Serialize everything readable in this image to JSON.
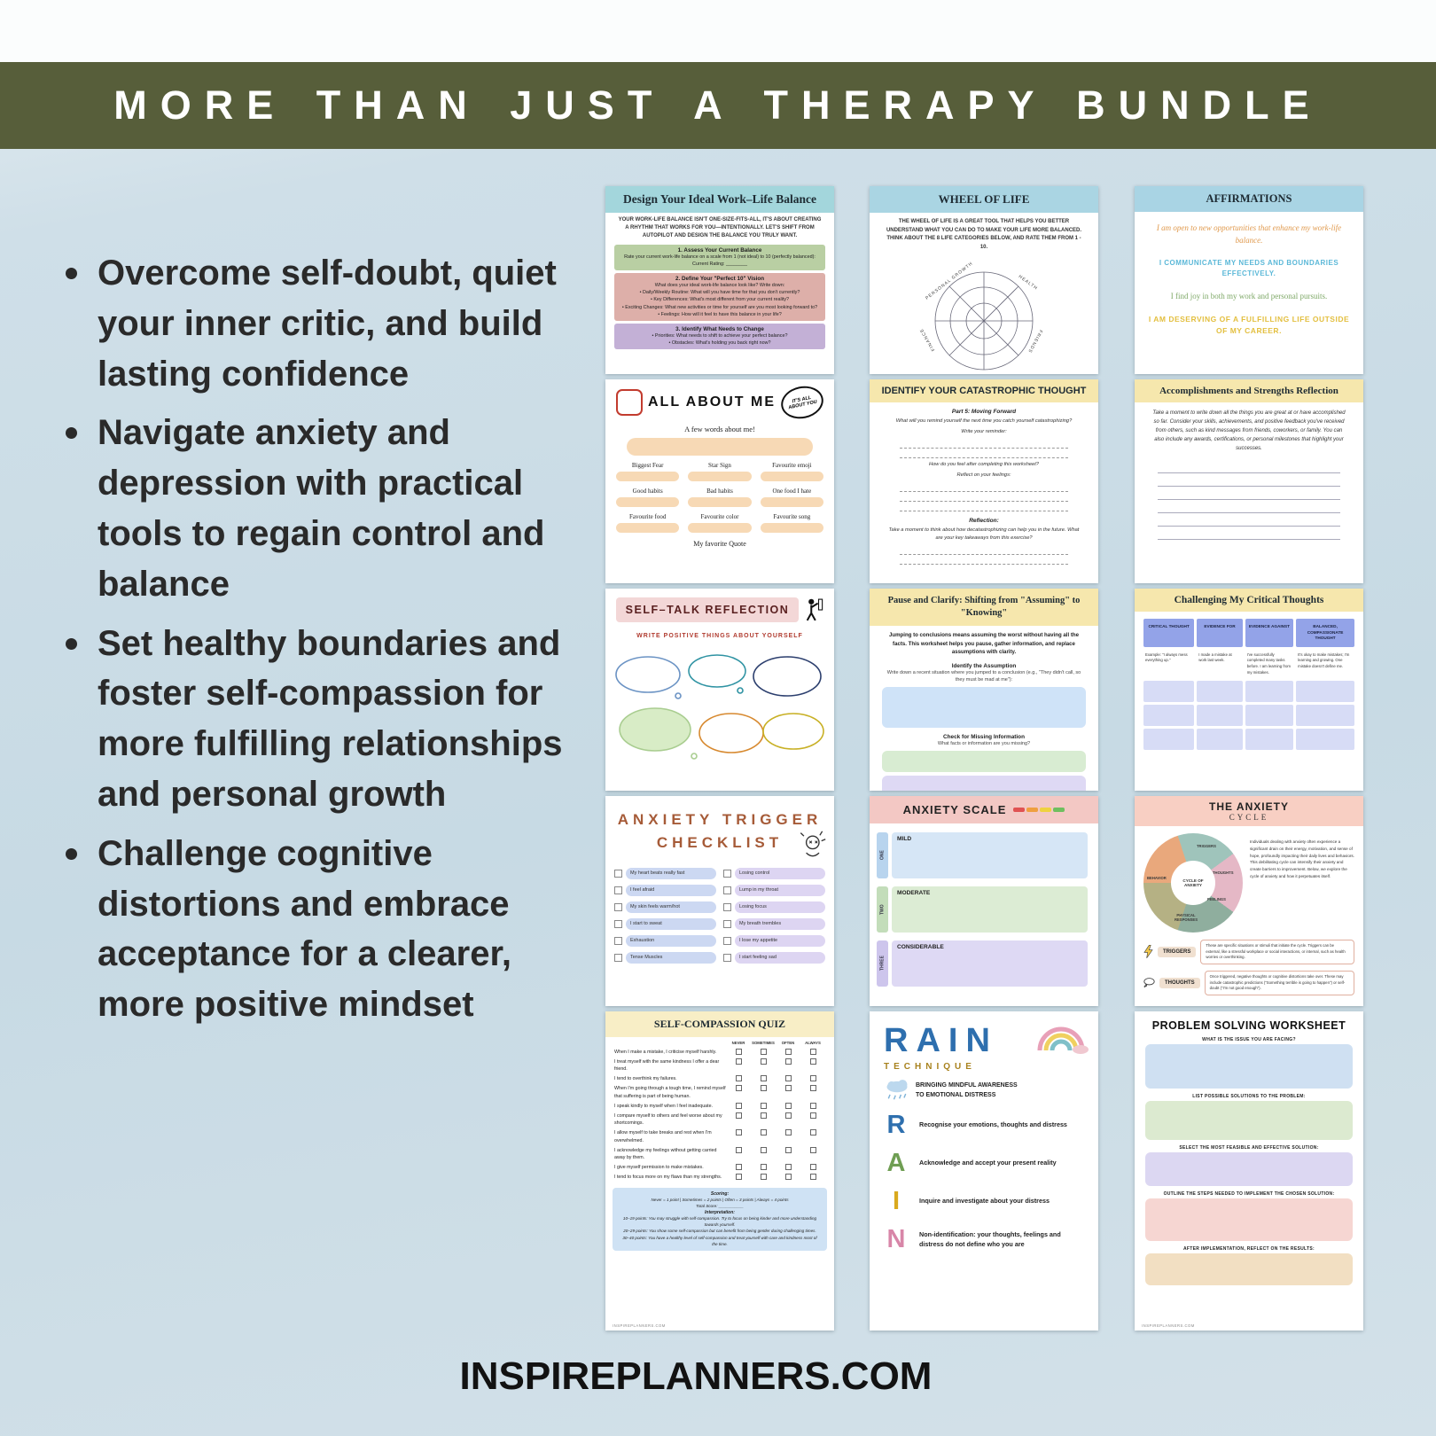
{
  "banner": {
    "title": "MORE THAN JUST A THERAPY BUNDLE"
  },
  "bullets": [
    "Overcome self-doubt, quiet your inner critic, and build lasting confidence",
    "Navigate anxiety and depression with practical tools to regain control and balance",
    "Set healthy boundaries and foster self-compassion for more fulfilling relationships and personal growth",
    "Challenge cognitive distortions and embrace acceptance for a clearer, more positive mindset"
  ],
  "footer": {
    "website": "INSPIREPLANNERS.COM"
  },
  "colors": {
    "banner_olive": "#575e3a",
    "background_blue": "#c7dae4",
    "rain_blue": "#2e6fae",
    "anxiety_scale_segments": [
      "#e05252",
      "#ef9f3f",
      "#efd23f",
      "#6fbf5f"
    ]
  },
  "worklife": {
    "title": "Design Your Ideal Work–Life Balance",
    "intro": "YOUR WORK-LIFE BALANCE ISN'T ONE-SIZE-FITS-ALL, IT'S ABOUT CREATING A RHYTHM THAT WORKS FOR YOU—INTENTIONALLY. LET'S SHIFT FROM AUTOPILOT AND DESIGN THE BALANCE YOU TRULY WANT.",
    "s1_title": "1. Assess Your Current Balance",
    "s1_lines": [
      "Rate your current work-life balance on a scale from 1 (not ideal) to 10 (perfectly balanced):",
      "Current Rating: ________"
    ],
    "s2_title": "2. Define Your \"Perfect 10\" Vision",
    "s2_lines": [
      "What does your ideal work-life balance look like? Write down:",
      "• Daily/Weekly Routine: What will you have time for that you don't currently?",
      "• Key Differences: What's most different from your current reality?",
      "• Exciting Changes: What new activities or time for yourself are you most looking forward to?",
      "• Feelings: How will it feel to have this balance in your life?"
    ],
    "s3_title": "3. Identify What Needs to Change",
    "s3_lines": [
      "• Priorities: What needs to shift to achieve your perfect balance?",
      "• Obstacles: What's holding you back right now?"
    ]
  },
  "allaboutme": {
    "title": "ALL ABOUT ME",
    "badge": "IT'S ALL ABOUT YOU",
    "subtitle": "A few words about me!",
    "fields": [
      "Biggest Fear",
      "Star Sign",
      "Favourite emoji",
      "Good habits",
      "Bad habits",
      "One food I hate",
      "Favourite food",
      "Favourite color",
      "Favourite song"
    ],
    "quote_label": "My favorite Quote"
  },
  "selftalk": {
    "title": "SELF–TALK REFLECTION",
    "subtitle": "WRITE POSITIVE THINGS ABOUT YOURSELF"
  },
  "anxietytrigger": {
    "title_line1": "ANXIETY TRIGGER",
    "title_line2": "CHECKLIST",
    "items_left": [
      "My heart beats really fast",
      "I feel afraid",
      "My skin feels warm/hot",
      "I start to sweat",
      "Exhaustion",
      "Tense Muscles"
    ],
    "items_right": [
      "Losing control",
      "Lump in my throat",
      "Losing focus",
      "My breath trembles",
      "I lose my appetite",
      "I start feeling sad"
    ]
  },
  "selfcompassion": {
    "title": "SELF-COMPASSION QUIZ",
    "col_headers": [
      "NEVER",
      "SOMETIMES",
      "OFTEN",
      "ALWAYS"
    ],
    "items": [
      "When I make a mistake, I criticise myself harshly.",
      "I treat myself with the same kindness I offer a dear friend.",
      "I tend to overthink my failures.",
      "When I'm going through a tough time, I remind myself that suffering is part of being human.",
      "I speak kindly to myself when I feel inadequate.",
      "I compare myself to others and feel worse about my shortcomings.",
      "I allow myself to take breaks and rest when I'm overwhelmed.",
      "I acknowledge my feelings without getting carried away by them.",
      "I give myself permission to make mistakes.",
      "I tend to focus more on my flaws than my strengths."
    ],
    "scoring_title": "Scoring:",
    "scoring_line1": "Never = 1 point | Sometimes = 2 points | Often = 3 points | Always = 4 points",
    "scoring_line2": "Total Score: ___________",
    "interpretation_title": "Interpretation:",
    "interpretation": [
      "10–19 points: You may struggle with self-compassion. Try to focus on being kinder and more understanding towards yourself.",
      "20–29 points: You show some self-compassion but can benefit from being gentler during challenging times.",
      "30–40 points: You have a healthy level of self-compassion and treat yourself with care and kindness most of the time."
    ],
    "site": "INSPIREPLANNERS.COM"
  },
  "wheel": {
    "title": "WHEEL OF LIFE",
    "intro": "THE WHEEL OF LIFE IS A GREAT TOOL THAT HELPS YOU BETTER UNDERSTAND WHAT YOU CAN DO TO MAKE YOUR LIFE MORE BALANCED. THINK ABOUT THE 8 LIFE CATEGORIES BELOW, AND RATE THEM FROM 1 - 10.",
    "labels": [
      "PERSONAL GROWTH",
      "HEALTH",
      "FINANCE",
      "FRIENDS"
    ]
  },
  "catastrophic": {
    "title": "IDENTIFY YOUR CATASTROPHIC THOUGHT",
    "part_title": "Part 5: Moving Forward",
    "q1": "What will you remind yourself the next time you catch yourself catastrophizing?",
    "q1_sub": "Write your reminder:",
    "q2": "How do you feel after completing this worksheet?",
    "q2_sub": "Reflect on your feelings:",
    "reflection_title": "Reflection:",
    "reflection": "Take a moment to think about how decatastrophizing can help you in the future. What are your key takeaways from this exercise?"
  },
  "pauseclarify": {
    "title": "Pause and Clarify: Shifting from \"Assuming\" to \"Knowing\"",
    "intro": "Jumping to conclusions means assuming the worst without having all the facts. This worksheet helps you pause, gather information, and replace assumptions with clarity.",
    "s1_title": "Identify the Assumption",
    "s1_body": "Write down a recent situation where you jumped to a conclusion (e.g., \"They didn't call, so they must be mad at me\"):",
    "s2_title": "Check for Missing Information",
    "s2_body": "What facts or information are you missing?"
  },
  "anxietyscale": {
    "title": "ANXIETY SCALE",
    "levels": [
      {
        "num": "ONE",
        "label": "MILD"
      },
      {
        "num": "TWO",
        "label": "MODERATE"
      },
      {
        "num": "THREE",
        "label": "CONSIDERABLE"
      }
    ]
  },
  "rain": {
    "title": "RAIN",
    "subtitle": "TECHNIQUE",
    "tagline": "BRINGING MINDFUL AWARENESS TO EMOTIONAL DISTRESS",
    "steps": [
      {
        "letter": "R",
        "text": "Recognise your emotions, thoughts and distress"
      },
      {
        "letter": "A",
        "text": "Acknowledge and accept your present reality"
      },
      {
        "letter": "I",
        "text": "Inquire and investigate about your distress"
      },
      {
        "letter": "N",
        "text": "Non-identification: your thoughts, feelings and distress do not define who you are"
      }
    ]
  },
  "affirmations": {
    "title": "AFFIRMATIONS",
    "lines": [
      "I am open to new opportunities that enhance my work-life balance.",
      "I COMMUNICATE MY NEEDS AND BOUNDARIES EFFECTIVELY.",
      "I find joy in both my work and personal pursuits.",
      "I AM DESERVING OF A FULFILLING LIFE OUTSIDE OF MY CAREER."
    ]
  },
  "accomplishments": {
    "title": "Accomplishments and Strengths Reflection",
    "body": "Take a moment to write down all the things you are great at or have accomplished so far. Consider your skills, achievements, and positive feedback you've received from others, such as kind messages from friends, coworkers, or family. You can also include any awards, certifications, or personal milestones that highlight your successes."
  },
  "critical": {
    "title": "Challenging My Critical Thoughts",
    "headers": [
      "CRITICAL THOUGHT",
      "EVIDENCE FOR",
      "EVIDENCE AGAINST",
      "BALANCED, COMPASSIONATE THOUGHT"
    ],
    "example": [
      "Example: \"I always mess everything up.\"",
      "I made a mistake at work last week.",
      "I've successfully completed many tasks before. I am learning from my mistakes.",
      "It's okay to make mistakes; I'm learning and growing. One mistake doesn't define me."
    ]
  },
  "anxietycycle": {
    "title_line1": "THE ANXIETY",
    "title_line2": "CYCLE",
    "center": "CYCLE OF ANXIETY",
    "wheel_labels": [
      "TRIGGERS",
      "THOUGHTS",
      "FEELINGS",
      "PHYSICAL RESPONSES",
      "BEHAVIOR"
    ],
    "intro": "Individuals dealing with anxiety often experience a significant drain on their energy, motivation, and sense of hope, profoundly impacting their daily lives and behaviors. This debilitating cycle can intensify their anxiety and create barriers to improvement. Below, we explore the cycle of anxiety and how it perpetuates itself.",
    "rows": [
      {
        "label": "TRIGGERS",
        "text": "These are specific situations or stimuli that initiate the cycle. Triggers can be external, like a stressful workplace or social interactions, or internal, such as health worries or overthinking."
      },
      {
        "label": "THOUGHTS",
        "text": "Once triggered, negative thoughts or cognitive distortions take over. These may include catastrophic predictions (\"Something terrible is going to happen\") or self-doubt (\"I'm not good enough\")."
      }
    ]
  },
  "problemsolving": {
    "title": "PROBLEM SOLVING WORKSHEET",
    "sections": [
      "WHAT IS THE ISSUE YOU ARE FACING?",
      "LIST POSSIBLE SOLUTIONS TO THE PROBLEM:",
      "SELECT THE MOST FEASIBLE AND EFFECTIVE SOLUTION:",
      "OUTLINE THE STEPS NEEDED TO IMPLEMENT THE CHOSEN SOLUTION:",
      "AFTER IMPLEMENTATION, REFLECT ON THE RESULTS:"
    ],
    "site": "INSPIREPLANNERS.COM"
  }
}
